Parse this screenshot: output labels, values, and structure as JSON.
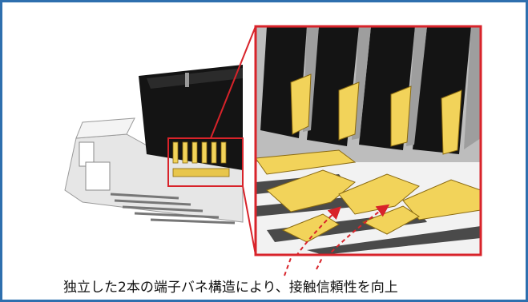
{
  "caption": "独立した2本の端子バネ構造により、接触信頼性を向上",
  "colors": {
    "frame_border": "#2e6fae",
    "highlight_red": "#d8232a",
    "terminal_gold": "#f2d35a",
    "housing_black": "#141414",
    "housing_grey": "#d9d9d9"
  },
  "icons": {
    "connector": "connector-3d-render",
    "zoom_detail": "terminal-spring-zoom",
    "callout_arrows": "dashed-red-arrows"
  }
}
